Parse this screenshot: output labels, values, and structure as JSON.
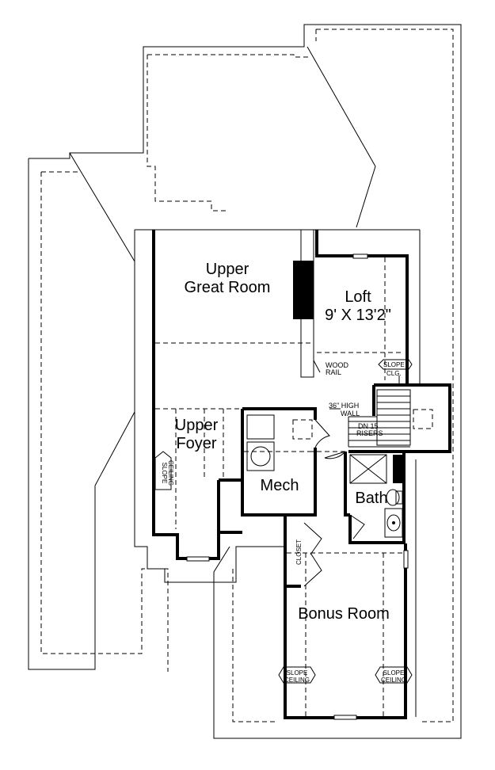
{
  "rooms": {
    "upper_great_room": {
      "line1": "Upper",
      "line2": "Great Room"
    },
    "loft": {
      "line1": "Loft",
      "line2": "9' X 13'2\""
    },
    "upper_foyer": {
      "line1": "Upper",
      "line2": "Foyer"
    },
    "mech": {
      "name": "Mech"
    },
    "bath": {
      "name": "Bath"
    },
    "bonus_room": {
      "name": "Bonus Room"
    },
    "closet": {
      "name": "CLOSET"
    }
  },
  "notes": {
    "wood_rail": {
      "line1": "WOOD",
      "line2": "RAIL"
    },
    "high_wall": {
      "line1": "36\" HIGH",
      "line2": "WALL"
    },
    "stairs": {
      "line1": "DN 15",
      "line2": "RISERS"
    },
    "slope_clg": {
      "line1": "SLOPE",
      "line2": "CLG."
    },
    "slope_ceiling_foyer": {
      "line1": "SLOPE",
      "line2": "CEILING"
    },
    "slope_ceiling_left": {
      "line1": "SLOPE",
      "line2": "CEILING"
    },
    "slope_ceiling_right": {
      "line1": "SLOPE",
      "line2": "CEILING"
    }
  }
}
